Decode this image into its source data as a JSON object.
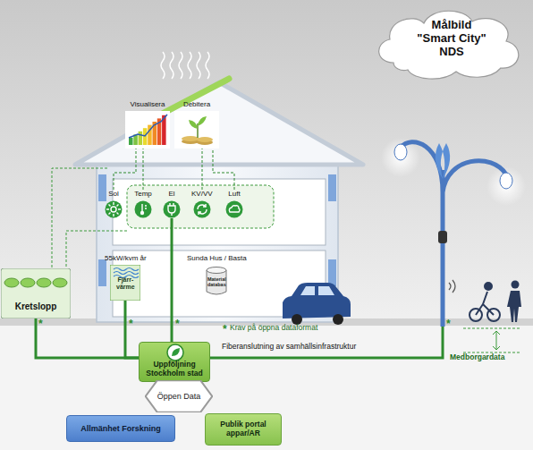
{
  "diagram": {
    "title": "Målbild \"Smart City\" NDS",
    "nodes": [
      {
        "text": [
          "Visualisera"
        ]
      },
      {
        "text": [
          "Debitera"
        ]
      },
      {
        "text": [
          "Sol"
        ]
      },
      {
        "text": [
          "Temp"
        ]
      },
      {
        "text": [
          "El"
        ]
      },
      {
        "text": [
          "KV/VV"
        ]
      },
      {
        "text": [
          "Luft"
        ]
      },
      {
        "text": [
          "55kW/kvm år",
          "Fjärr- värme"
        ]
      },
      {
        "text": [
          "Sunda Hus / Basta",
          "Material databas"
        ]
      },
      {
        "text": [
          "Kretslopp"
        ]
      },
      {
        "text": [
          "Uppföljning Stockholm stad"
        ]
      },
      {
        "text": [
          "Öppen Data"
        ]
      },
      {
        "text": [
          "Allmänhet Forskning"
        ]
      },
      {
        "text": [
          "Publik portal appar/AR"
        ]
      }
    ],
    "edges": [
      {
        "from": 2,
        "to": 0,
        "arrow": "none"
      },
      {
        "from": 3,
        "to": 0,
        "arrow": "none"
      },
      {
        "from": 5,
        "to": 1,
        "arrow": "none"
      },
      {
        "from": 6,
        "to": 1,
        "arrow": "none"
      },
      {
        "from": 4,
        "to": 10,
        "arrow": "none"
      },
      {
        "from": 7,
        "to": 10,
        "arrow": "none"
      },
      {
        "from": 9,
        "to": 10,
        "arrow": "none"
      }
    ],
    "labels": [
      "*",
      "*",
      "*",
      "*",
      "Krav på öppna dataformat",
      "Fiberanslutning av samhällsinfrastruktur",
      "Medborgardata",
      "*"
    ]
  }
}
